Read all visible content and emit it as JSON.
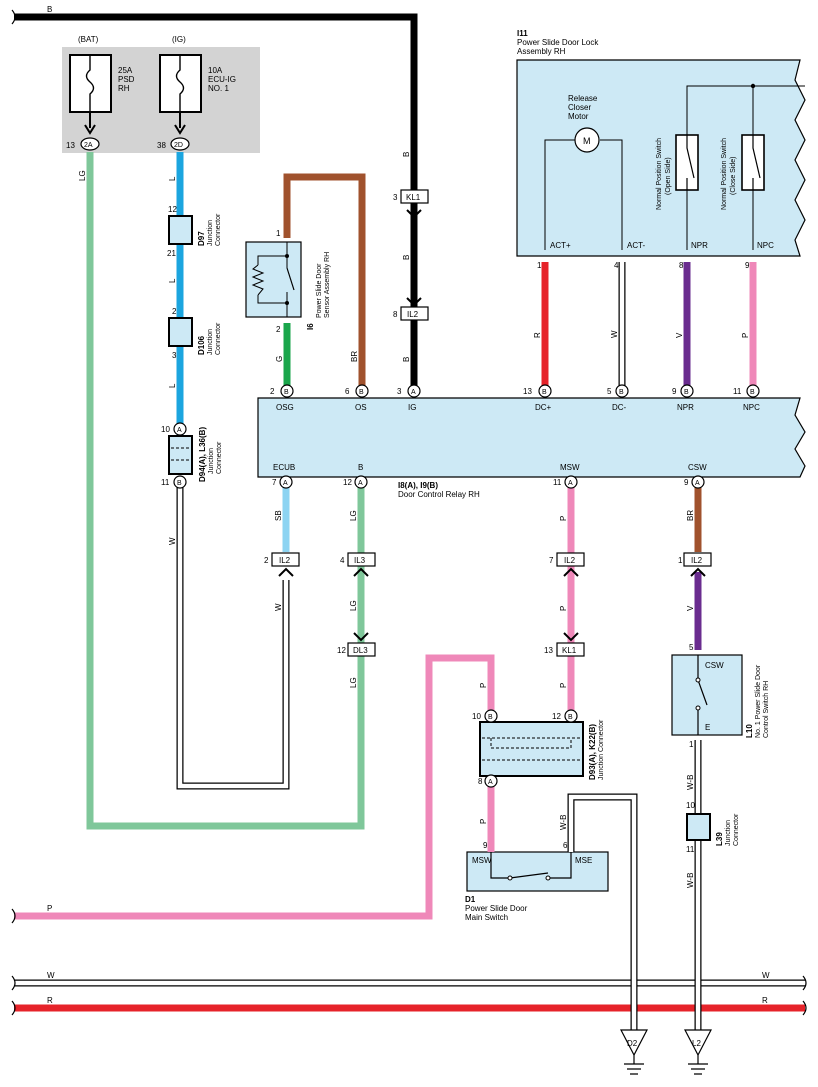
{
  "top_wire": {
    "color_code": "B"
  },
  "bat_fuse": {
    "supply": "(BAT)",
    "amp": "25A",
    "name1": "PSD",
    "name2": "RH",
    "pin": "13",
    "connector": "2A"
  },
  "ig_fuse": {
    "supply": "(IG)",
    "amp": "10A",
    "name1": "ECU-IG",
    "name2": "NO. 1",
    "pin": "38",
    "connector": "2D"
  },
  "i11": {
    "ref": "I11",
    "name1": "Power Slide Door Lock",
    "name2": "Assembly RH",
    "motor_label1": "Release",
    "motor_label2": "Closer",
    "motor_label3": "Motor",
    "motor_symbol": "M",
    "sw_open1": "Normal Position Switch",
    "sw_open2": "(Open Side)",
    "sw_close1": "Normal Position Switch",
    "sw_close2": "(Close Side)",
    "pins": [
      {
        "label": "ACT+",
        "num": "1",
        "wire": "R"
      },
      {
        "label": "ACT-",
        "num": "4",
        "wire": "W"
      },
      {
        "label": "NPR",
        "num": "8",
        "wire": "V"
      },
      {
        "label": "NPC",
        "num": "9",
        "wire": "P"
      }
    ]
  },
  "d97": {
    "ref": "D97",
    "desc1": "Junction",
    "desc2": "Connector",
    "pin_top": "12",
    "pin_bottom": "21"
  },
  "d106": {
    "ref": "D106",
    "desc1": "Junction",
    "desc2": "Connector",
    "pin_top": "2",
    "pin_bottom": "3"
  },
  "d94": {
    "ref": "D94(A), L36(B)",
    "desc1": "Junction",
    "desc2": "Connector",
    "pin_top": "10",
    "conn_top": "A",
    "pin_bottom": "11",
    "conn_bottom": "B"
  },
  "i6": {
    "ref": "I6",
    "name1": "Power Slide Door",
    "name2": "Sensor Assembly RH",
    "pin_top": "1",
    "pin_bottom": "2"
  },
  "kl1_top": {
    "pin": "3",
    "name": "KL1"
  },
  "il2_top": {
    "pin": "8",
    "name": "IL2"
  },
  "relay": {
    "ref": "I8(A), I9(B)",
    "name": "Door Control Relay RH",
    "top_pins": [
      {
        "num": "2",
        "conn": "B",
        "label": "OSG"
      },
      {
        "num": "6",
        "conn": "B",
        "label": "OS"
      },
      {
        "num": "3",
        "conn": "A",
        "label": "IG"
      },
      {
        "num": "13",
        "conn": "B",
        "label": "DC+"
      },
      {
        "num": "5",
        "conn": "B",
        "label": "DC-"
      },
      {
        "num": "9",
        "conn": "B",
        "label": "NPR"
      },
      {
        "num": "11",
        "conn": "B",
        "label": "NPC"
      }
    ],
    "bottom_pins": [
      {
        "num": "7",
        "conn": "A",
        "label": "ECUB"
      },
      {
        "num": "12",
        "conn": "A",
        "label": "B"
      },
      {
        "num": "11",
        "conn": "A",
        "label": "MSW"
      },
      {
        "num": "9",
        "conn": "A",
        "label": "CSW"
      }
    ]
  },
  "wire_codes": {
    "LG": "LG",
    "L": "L",
    "W": "W",
    "G": "G",
    "BR": "BR",
    "B": "B",
    "SB": "SB",
    "P": "P",
    "V": "V",
    "WB": "W-B",
    "R": "R"
  },
  "il2_ecub": {
    "pin": "2",
    "name": "IL2"
  },
  "il3": {
    "pin": "4",
    "name": "IL3"
  },
  "dl3": {
    "pin": "12",
    "name": "DL3"
  },
  "il2_msw": {
    "pin": "7",
    "name": "IL2"
  },
  "kl1_msw": {
    "pin": "13",
    "name": "KL1"
  },
  "il2_csw": {
    "pin": "1",
    "name": "IL2"
  },
  "d93": {
    "ref": "D93(A), K22(B)",
    "desc1": "Junction Connector",
    "pin_left": "10",
    "conn_left": "B",
    "pin_right": "12",
    "conn_right": "B",
    "pin_bottom": "8",
    "conn_bottom": "A"
  },
  "d1": {
    "ref": "D1",
    "name1": "Power Slide Door",
    "name2": "Main Switch",
    "label_left": "MSW",
    "label_right": "MSE",
    "pin_left": "9",
    "pin_right": "6"
  },
  "l10": {
    "ref": "L10",
    "name1": "No. 1 Power Slide Door",
    "name2": "Control Switch RH",
    "label_top": "CSW",
    "label_bottom": "E",
    "pin_top": "5",
    "pin_bottom": "1"
  },
  "l39": {
    "ref": "L39",
    "desc1": "Junction",
    "desc2": "Connector",
    "pin_top": "10",
    "pin_bottom": "11"
  },
  "grounds": {
    "left": "D2",
    "right": "L2"
  },
  "bottom_wires": {
    "w": "W",
    "r": "R",
    "p": "P"
  },
  "colors": {
    "LG": "#7fc79a",
    "L": "#1ba5df",
    "G": "#1aa64b",
    "BR": "#a0522d",
    "B": "#000000",
    "SB": "#8dd4f2",
    "P": "#ef88b9",
    "V": "#6a2c8f",
    "R": "#e6232a",
    "W": "#ffffff",
    "panel": "#cde9f5",
    "fusebox": "#d3d3d3"
  }
}
